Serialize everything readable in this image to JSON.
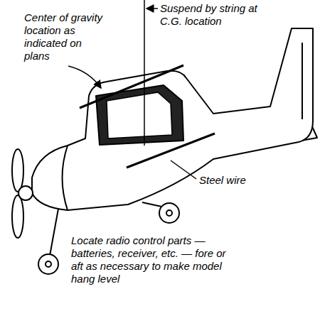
{
  "diagram": {
    "labels": [
      "Suspend by string at C.G. location",
      "Center of gravity location as indicated on plans",
      "Steel wire",
      "Locate radio control parts — batteries, receiver, etc. — fore or aft as necessary to make model hang level"
    ]
  }
}
